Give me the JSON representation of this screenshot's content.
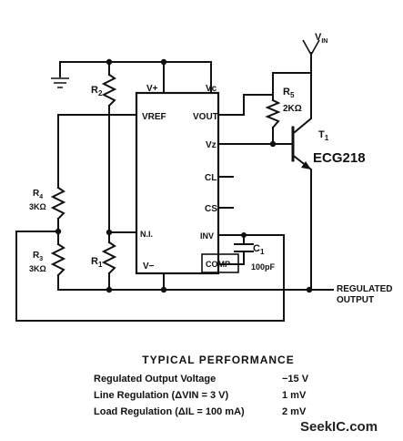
{
  "diagram": {
    "labels": {
      "vin": "V",
      "vin_sub": "IN",
      "r2": "R",
      "r2_sub": "2",
      "r5": "R",
      "r5_sub": "5",
      "r5_value": "2KΩ",
      "t1": "T",
      "t1_sub": "1",
      "transistor_part": "ECG218",
      "r4": "R",
      "r4_sub": "4",
      "r4_value": "3KΩ",
      "r3": "R",
      "r3_sub": "3",
      "r3_value": "3KΩ",
      "r1": "R",
      "r1_sub": "1",
      "c1": "C",
      "c1_sub": "1",
      "c1_value": "100pF",
      "output": "REGULATED",
      "output_line2": "OUTPUT"
    },
    "pins": {
      "vplus": "V+",
      "vc": "Vc",
      "vref": "VREF",
      "vout": "VOUT",
      "vz": "Vz",
      "cl": "CL",
      "cs": "CS",
      "ni": "N.I.",
      "inv": "INV",
      "comp": "COMP",
      "vminus": "V−"
    }
  },
  "performance": {
    "title": "TYPICAL PERFORMANCE",
    "rows": [
      {
        "label": "Regulated Output Voltage",
        "value": "−15 V"
      },
      {
        "label": "Line Regulation (ΔVIN = 3 V)",
        "value": "1 mV"
      },
      {
        "label": "Load Regulation (ΔIL = 100 mA)",
        "value": "2 mV"
      }
    ]
  },
  "watermark": "SeekIC.com"
}
